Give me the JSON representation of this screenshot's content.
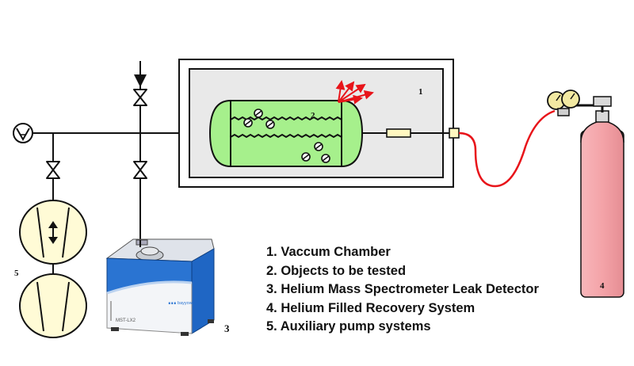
{
  "labels": {
    "chamber": "1",
    "objects": "2",
    "detector": "3",
    "cylinder": "4",
    "pumps": "5"
  },
  "detector_brand": "∎∎∎ bayyow",
  "detector_model": "MST-LX2",
  "legend": [
    "1. Vaccum Chamber",
    "2. Objects to be tested",
    "3. Helium Mass Spectrometer Leak Detector",
    "4. Helium Filled Recovery System",
    "5. Auxiliary pump systems"
  ],
  "colors": {
    "line": "#111111",
    "chamber_fill": "#e9e9e9",
    "vessel_fill": "#a6f08c",
    "pump_fill": "#fffbd6",
    "cylinder_fill": "#f4a3a8",
    "hose": "#e8141a",
    "leak_arrows": "#e8141a",
    "detector_blue": "#1f66c4",
    "fitting_fill": "#fff7c0"
  }
}
